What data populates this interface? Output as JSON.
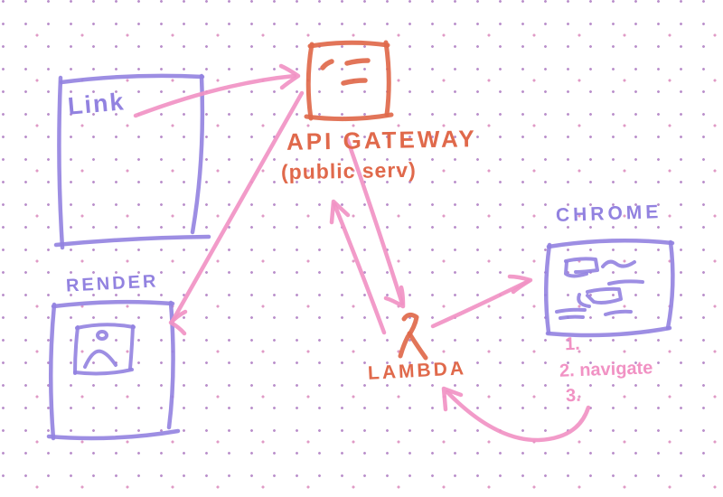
{
  "colors": {
    "purple": "#9282e0",
    "orange": "#e0694b",
    "pink": "#f192c4",
    "dot_grid": "#bb91cc",
    "background": "#ffffff"
  },
  "nodes": {
    "link": {
      "label": "Link"
    },
    "api_gateway": {
      "label": "API GATEWAY",
      "sublabel": "(public serv)",
      "icon": "document-lines-icon"
    },
    "render": {
      "label": "RENDER",
      "icon": "image-icon"
    },
    "chrome": {
      "label": "CHROME",
      "icon": "webpage-wireframe-icon"
    },
    "lambda": {
      "label": "LAMBDA",
      "icon": "lambda-icon"
    }
  },
  "chrome_steps": [
    {
      "text": "1."
    },
    {
      "text": "2. navigate"
    },
    {
      "text": "3."
    }
  ],
  "arrows": [
    {
      "name": "link-to-api-gateway"
    },
    {
      "name": "api-gateway-to-render"
    },
    {
      "name": "lambda-to-api-gateway"
    },
    {
      "name": "api-gateway-to-lambda"
    },
    {
      "name": "lambda-to-chrome"
    },
    {
      "name": "chrome-steps-to-lambda"
    }
  ]
}
